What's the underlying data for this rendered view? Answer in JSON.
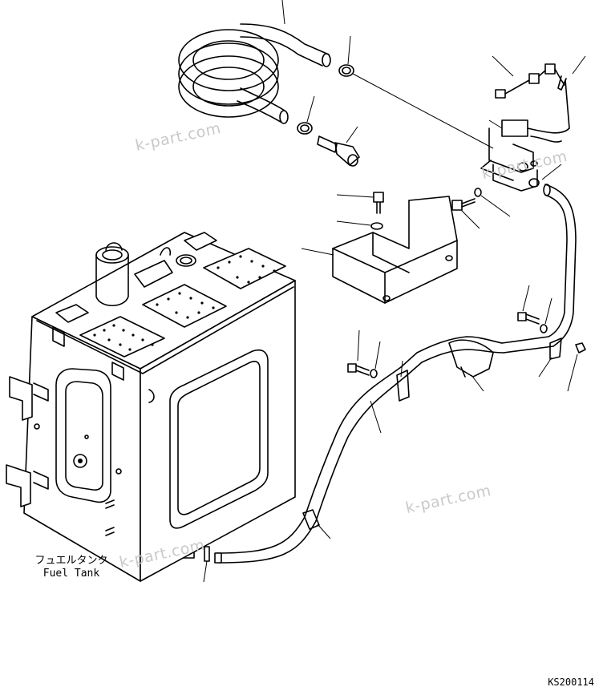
{
  "diagram": {
    "tank_label_jp": "フュエルタンク",
    "tank_label_en": "Fuel Tank",
    "figure_code": "KS200114",
    "watermark": "k-part.com"
  }
}
